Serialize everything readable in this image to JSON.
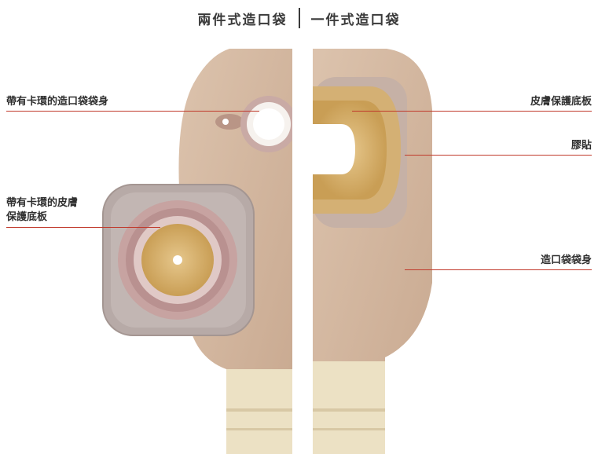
{
  "header": {
    "left_title": "兩件式造口袋",
    "right_title": "一件式造口袋"
  },
  "labels": {
    "two_piece_pouch": "帶有卡環的造口袋袋身",
    "two_piece_barrier_line1": "帶有卡環的皮膚",
    "two_piece_barrier_line2": "保護底板",
    "skin_barrier": "皮膚保護底板",
    "tape": "膠貼",
    "pouch_body": "造口袋袋身"
  },
  "colors": {
    "callout_line": "#c0392b",
    "pouch": "#d4b8a0",
    "barrier": "#d9b577",
    "flange": "#c9a9a6"
  }
}
